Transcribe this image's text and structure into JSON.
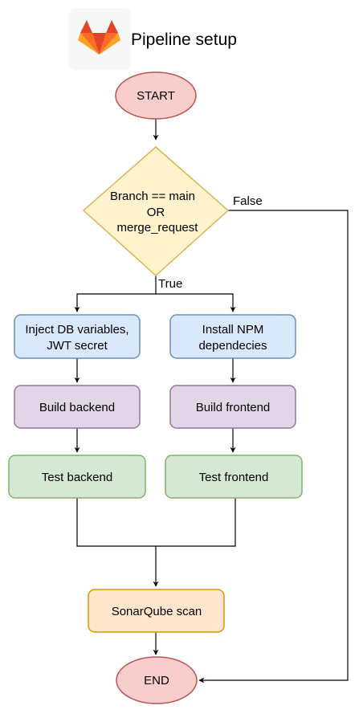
{
  "header": {
    "title": "Pipeline setup",
    "logo_icon": "gitlab-logo-icon"
  },
  "nodes": {
    "start": {
      "label": "START",
      "fill": "#f8cecc",
      "stroke": "#b85450"
    },
    "decision": {
      "lines": [
        "Branch == main",
        "OR",
        "merge_request"
      ],
      "fill": "#fff2cc",
      "stroke": "#d6b656"
    },
    "inject_db": {
      "lines": [
        "Inject DB variables,",
        "JWT secret"
      ],
      "fill": "#dae8fc",
      "stroke": "#6c8ebf"
    },
    "install_npm": {
      "lines": [
        "Install NPM",
        "dependecies"
      ],
      "fill": "#dae8fc",
      "stroke": "#6c8ebf"
    },
    "build_backend": {
      "label": "Build backend",
      "fill": "#e1d5e7",
      "stroke": "#9673a6"
    },
    "build_frontend": {
      "label": "Build frontend",
      "fill": "#e1d5e7",
      "stroke": "#9673a6"
    },
    "test_backend": {
      "label": "Test backend",
      "fill": "#d5e8d4",
      "stroke": "#82b366"
    },
    "test_frontend": {
      "label": "Test frontend",
      "fill": "#d5e8d4",
      "stroke": "#82b366"
    },
    "sonarqube": {
      "label": "SonarQube scan",
      "fill": "#ffe6cc",
      "stroke": "#d79b00"
    },
    "end": {
      "label": "END",
      "fill": "#f8cecc",
      "stroke": "#b85450"
    }
  },
  "edges": {
    "true_label": "True",
    "false_label": "False"
  }
}
